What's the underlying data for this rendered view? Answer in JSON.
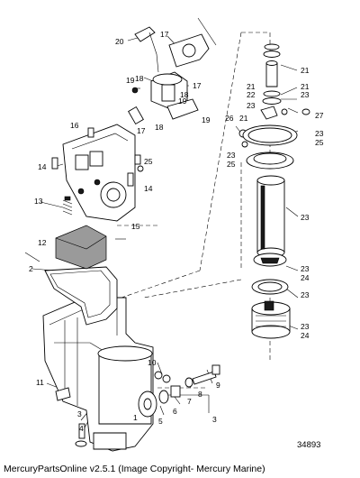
{
  "figure_number": "34893",
  "caption": "MercuryPartsOnline v2.5.1 (Image Copyright- Mercury Marine)",
  "callouts": [
    "20",
    "17",
    "18",
    "17",
    "19",
    "18",
    "19",
    "17",
    "18",
    "19",
    "16",
    "14",
    "25",
    "14",
    "13",
    "12",
    "15",
    "2",
    "21",
    "21",
    "23",
    "21",
    "22",
    "23",
    "26",
    "21",
    "27",
    "23",
    "25",
    "23",
    "25",
    "23",
    "23",
    "24",
    "23",
    "23",
    "24",
    "10",
    "11",
    "1",
    "3",
    "4",
    "5",
    "6",
    "7",
    "8",
    "9",
    "3"
  ]
}
